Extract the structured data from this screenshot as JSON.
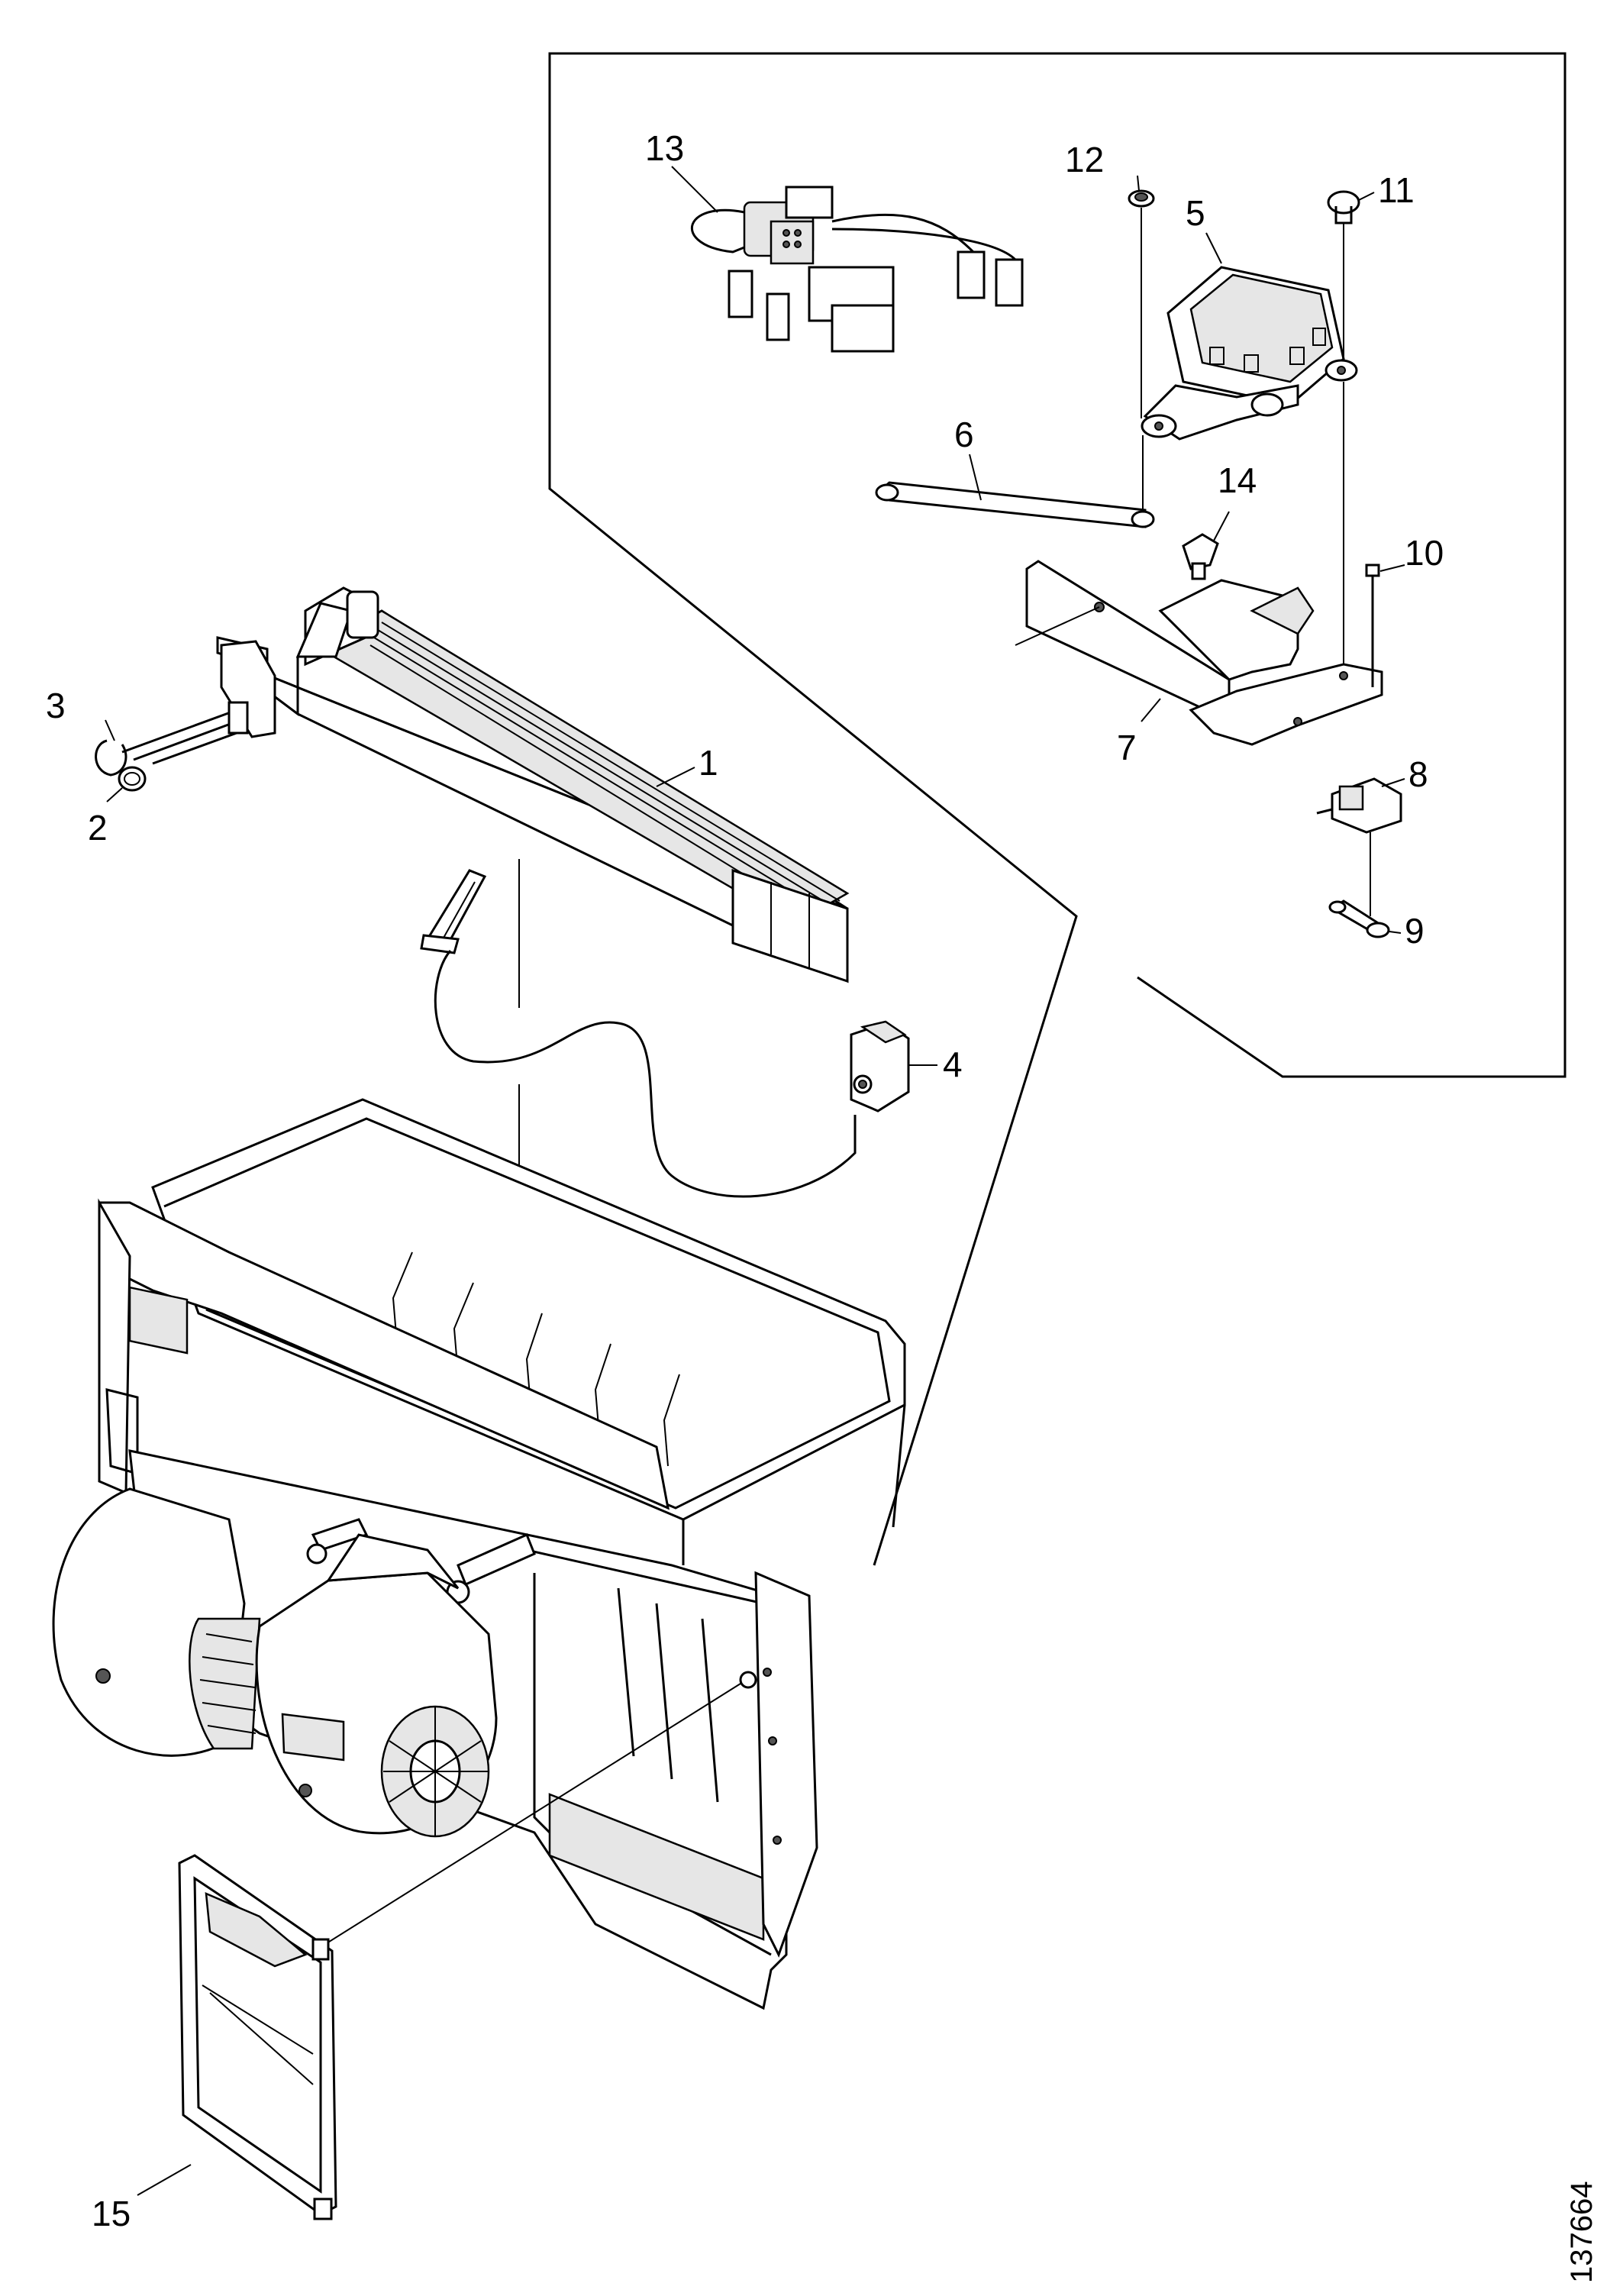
{
  "labels": {
    "p1": "1",
    "p2": "2",
    "p3": "3",
    "p4": "4",
    "p5": "5",
    "p6": "6",
    "p7": "7",
    "p8": "8",
    "p9": "9",
    "p10": "10",
    "p11": "11",
    "p12": "12",
    "p13": "13",
    "p14": "14",
    "p15": "15"
  },
  "doc_id": "137664"
}
